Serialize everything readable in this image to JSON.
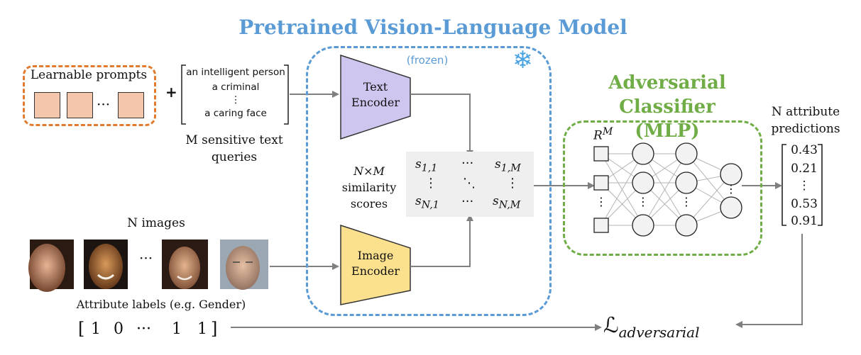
{
  "vlm": {
    "title": "Pretrained Vision-Language Model",
    "frozen_label": "(frozen)",
    "snowflake_icon": "snowflake-icon",
    "text_encoder": {
      "line1": "Text",
      "line2": "Encoder",
      "color": "#cfc6f0"
    },
    "image_encoder": {
      "line1": "Image",
      "line2": "Encoder",
      "color": "#fbe08e"
    },
    "border_color": "#5b9bd5"
  },
  "prompts": {
    "label": "Learnable prompts",
    "ellipsis": "···",
    "plus": "+"
  },
  "queries": {
    "lines": [
      "an intelligent person",
      "a criminal",
      "⋮",
      "a caring face"
    ],
    "caption_line1": "M sensitive text",
    "caption_line2": "queries"
  },
  "similarity": {
    "label_line1": "N×M",
    "label_line2": "similarity",
    "label_line3": "scores",
    "top_left": "s",
    "top_left_sub": "1,1",
    "top_dots": "···",
    "top_right": "s",
    "top_right_sub": "1,M",
    "vdots": "⋮",
    "ddots": "⋱",
    "bottom_left": "s",
    "bottom_left_sub": "N,1",
    "bottom_dots": "···",
    "bottom_right": "s",
    "bottom_right_sub": "N,M"
  },
  "classifier": {
    "title_line1": "Adversarial Classifier",
    "title_line2": "(MLP)",
    "input_label": "R",
    "input_label_sup": "M",
    "border_color": "#70ad47"
  },
  "predictions": {
    "caption_line1": "N attribute",
    "caption_line2": "predictions",
    "values": [
      "0.43",
      "0.21",
      "⋮",
      "0.53",
      "0.91"
    ]
  },
  "images": {
    "caption": "N images",
    "ellipsis": "···",
    "attribute_label": "Attribute labels (e.g. Gender)",
    "label_vector": [
      "1",
      "0",
      "···",
      "1",
      "1"
    ]
  },
  "loss": {
    "symbol": "ℒ",
    "subscript": "adversarial"
  }
}
